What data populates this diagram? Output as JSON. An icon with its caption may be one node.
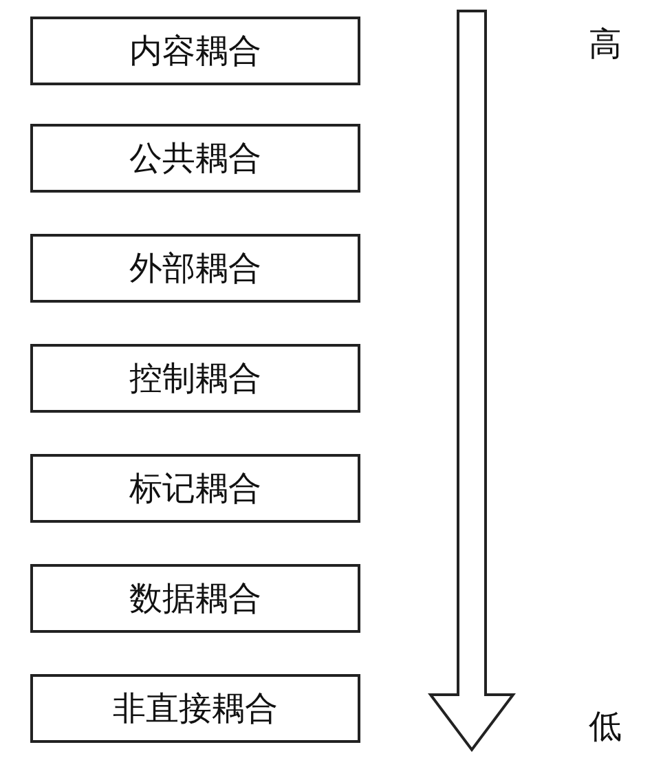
{
  "diagram": {
    "nodes": [
      {
        "text": [
          "内容耦合"
        ]
      },
      {
        "text": [
          "公共耦合"
        ]
      },
      {
        "text": [
          "外部耦合"
        ]
      },
      {
        "text": [
          "控制耦合"
        ]
      },
      {
        "text": [
          "标记耦合"
        ]
      },
      {
        "text": [
          "数据耦合"
        ]
      },
      {
        "text": [
          "非直接耦合"
        ]
      }
    ],
    "labels": [
      "高",
      "低"
    ]
  }
}
